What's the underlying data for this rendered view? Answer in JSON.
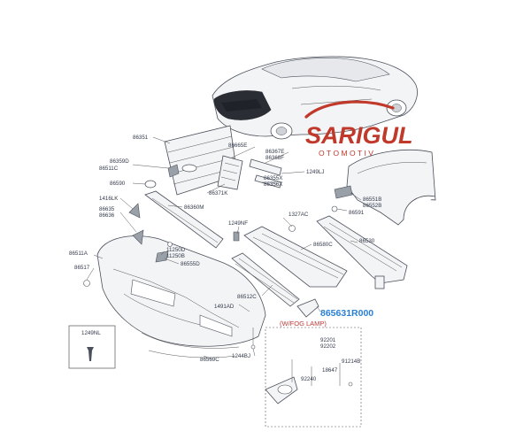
{
  "brand": {
    "name": "SARIGUL",
    "sub": "OTOMOTIV",
    "accent": "#c0392b"
  },
  "highlight_part": "865631R000",
  "fog_lamp_note": "(W/FOG LAMP)",
  "parts": {
    "p86351": "86351",
    "p86665E": "86665E",
    "p86367E": "86367E",
    "p86368F": "86368F",
    "p1249LJ": "1249LJ",
    "p86359D": "86359D",
    "p86511C": "86511C",
    "p86590": "86590",
    "p86371K": "86371K",
    "p86355X": "86355X",
    "p86356X": "86356X",
    "p86551B": "86551B",
    "p86552B": "86552B",
    "p86591": "86591",
    "p1416LK": "1416LK",
    "p86635": "86635",
    "p86636": "86636",
    "p86360M": "86360M",
    "p1327AC": "1327AC",
    "p1249NF": "1249NF",
    "p86530": "86530",
    "p86580C": "86580C",
    "p86511A": "86511A",
    "p11250D": "11250D",
    "p11250B": "11250B",
    "p86555D": "86555D",
    "p86517": "86517",
    "p86512C": "86512C",
    "p1491AD": "1491AD",
    "p1249NL": "1249NL",
    "p92201": "92201",
    "p92202": "92202",
    "p91214B": "91214B",
    "p18647": "18647",
    "p92240": "92240",
    "p86569C": "86569C",
    "p1244BJ": "1244BJ"
  },
  "icons": {
    "car": "sedan-car-icon",
    "bolt": "bolt-icon"
  }
}
